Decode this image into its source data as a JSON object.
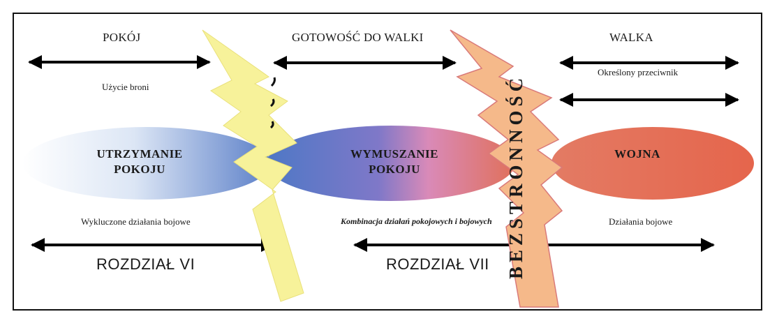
{
  "top_labels": {
    "peace": "POKÓJ",
    "readiness": "GOTOWOŚĆ DO WALKI",
    "combat": "WALKA"
  },
  "sub_labels": {
    "use_of_weapons": "Użycie broni",
    "defined_enemy": "Określony przeciwnik"
  },
  "zones": {
    "peacekeeping": "UTRZYMANIE\nPOKOJU",
    "peace_enforcement": "WYMUSZANIE\nPOKOJU",
    "war": "WOJNA"
  },
  "descriptions": {
    "no_combat": "Wykluczone działania bojowe",
    "combination": "Kombinacja działań pokojowych i bojowych",
    "combat_ops": "Działania bojowe"
  },
  "chapters": {
    "vi": "ROZDZIAŁ VI",
    "vii": "ROZDZIAŁ VII"
  },
  "neutrality": "BEZSTRONNOŚĆ",
  "colors": {
    "blue": "#5b7fc8",
    "pink": "#d98ab8",
    "red": "#e0705a",
    "lightning_left": "#f7f29a",
    "lightning_right": "#f5b98a"
  }
}
